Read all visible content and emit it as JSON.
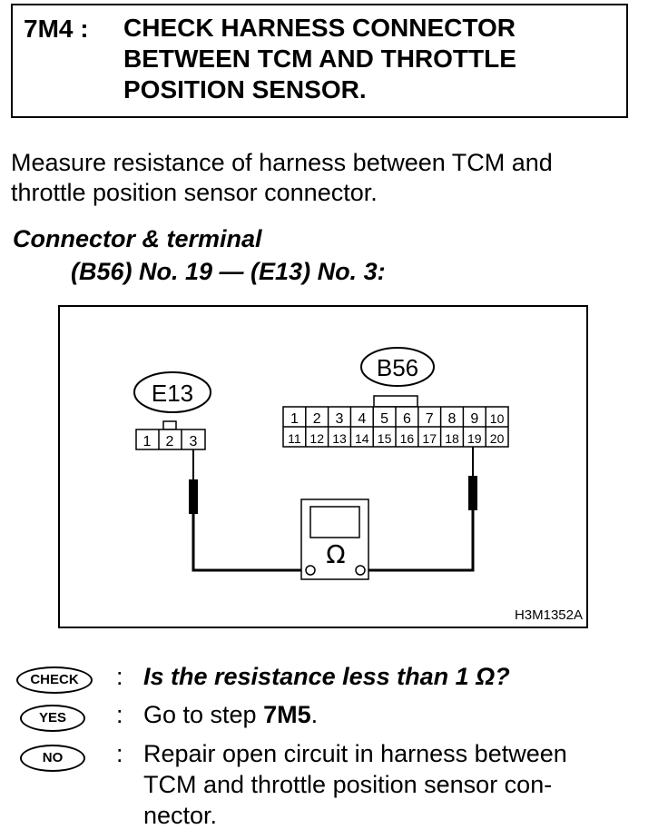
{
  "header": {
    "step_id": "7M4 :",
    "title_lines": [
      "CHECK HARNESS CONNECTOR",
      "BETWEEN TCM AND THROTTLE",
      "POSITION SENSOR."
    ]
  },
  "intro_lines": [
    "Measure resistance of harness between TCM and",
    "throttle position sensor connector."
  ],
  "connector": {
    "label": "Connector & terminal",
    "value": "(B56) No. 19 — (E13) No. 3:"
  },
  "figure": {
    "e13_label": "E13",
    "b56_label": "B56",
    "e13_pins": [
      "1",
      "2",
      "3"
    ],
    "b56_top_pins": [
      "1",
      "2",
      "3",
      "4",
      "5",
      "6",
      "7",
      "8",
      "9",
      "10"
    ],
    "b56_bottom_pins": [
      "11",
      "12",
      "13",
      "14",
      "15",
      "16",
      "17",
      "18",
      "19",
      "20"
    ],
    "ohm_symbol": "Ω",
    "figure_code": "H3M1352A"
  },
  "check": {
    "badge": "CHECK",
    "colon": ":",
    "question": "Is the resistance less than 1 Ω?"
  },
  "yes": {
    "badge": "YES",
    "colon": ":",
    "text_prefix": "Go to step ",
    "step": "7M5",
    "text_suffix": "."
  },
  "no": {
    "badge": "NO",
    "colon": ":",
    "lines": [
      "Repair open circuit in harness between",
      "TCM and throttle position sensor con-",
      "nector."
    ]
  }
}
